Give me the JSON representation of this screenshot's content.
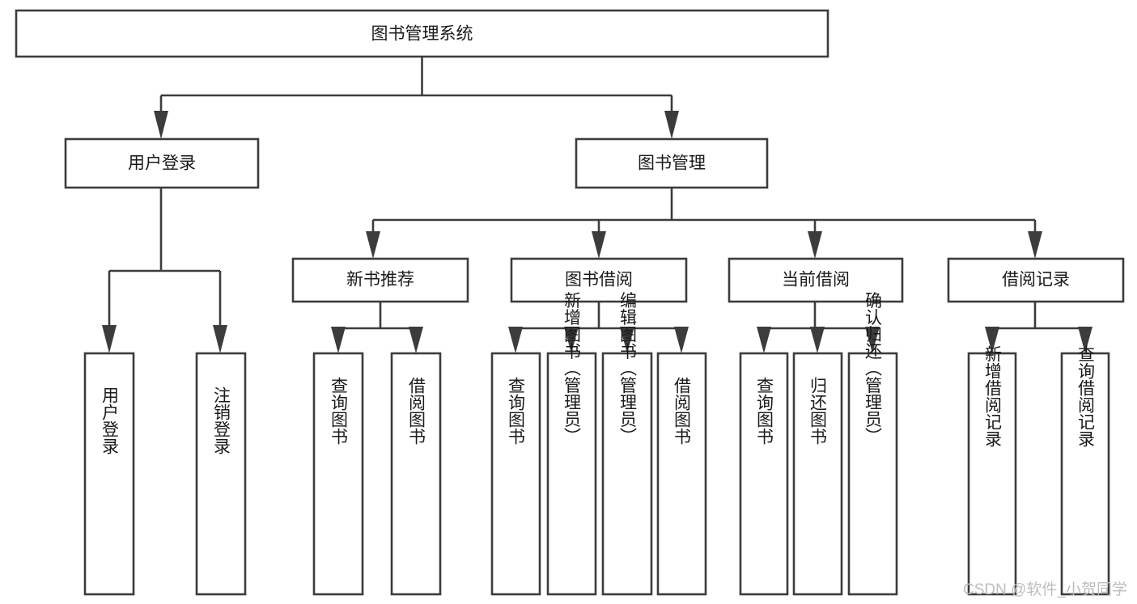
{
  "diagram": {
    "title": "图书管理系统",
    "type": "hierarchy-tree",
    "levels": 4,
    "root": {
      "id": "root",
      "label": "图书管理系统",
      "orientation": "horizontal"
    },
    "level2": [
      {
        "id": "user-login",
        "label": "用户登录",
        "orientation": "horizontal"
      },
      {
        "id": "book-manage",
        "label": "图书管理",
        "orientation": "horizontal"
      }
    ],
    "level3": [
      {
        "id": "new-book-recommend",
        "label": "新书推荐",
        "orientation": "horizontal",
        "parent": "book-manage"
      },
      {
        "id": "book-borrow",
        "label": "图书借阅",
        "orientation": "horizontal",
        "parent": "book-manage"
      },
      {
        "id": "current-borrow",
        "label": "当前借阅",
        "orientation": "horizontal",
        "parent": "book-manage"
      },
      {
        "id": "borrow-record",
        "label": "借阅记录",
        "orientation": "horizontal",
        "parent": "book-manage"
      }
    ],
    "leaves": {
      "user_login": [
        {
          "id": "leaf-user-login",
          "label": "用户登录",
          "orientation": "vertical"
        },
        {
          "id": "leaf-logout-login",
          "label": "注销登录",
          "orientation": "vertical"
        }
      ],
      "new_book_recommend": [
        {
          "id": "leaf-query-book-1",
          "label": "查询图书",
          "orientation": "vertical"
        },
        {
          "id": "leaf-borrow-book-1",
          "label": "借阅图书",
          "orientation": "vertical"
        }
      ],
      "book_borrow": [
        {
          "id": "leaf-query-book-2",
          "label": "查询图书",
          "orientation": "vertical"
        },
        {
          "id": "leaf-add-book",
          "label": "新增图书（管理员）",
          "orientation": "vertical"
        },
        {
          "id": "leaf-edit-book",
          "label": "编辑图书（管理员）",
          "orientation": "vertical"
        },
        {
          "id": "leaf-borrow-book-2",
          "label": "借阅图书",
          "orientation": "vertical"
        }
      ],
      "current_borrow": [
        {
          "id": "leaf-query-book-3",
          "label": "查询图书",
          "orientation": "vertical"
        },
        {
          "id": "leaf-return-book",
          "label": "归还图书",
          "orientation": "vertical"
        },
        {
          "id": "leaf-confirm-return",
          "label": "确认归还（管理员）",
          "orientation": "vertical"
        }
      ],
      "borrow_record": [
        {
          "id": "leaf-add-record",
          "label": "新增借阅记录",
          "orientation": "vertical"
        },
        {
          "id": "leaf-query-record",
          "label": "查询借阅记录",
          "orientation": "vertical"
        }
      ]
    },
    "colors": {
      "background": "#ffffff",
      "box_fill": "#ffffff",
      "box_stroke": "#3c3c3c",
      "text": "#1a1a1a",
      "watermark": "#bdbdbd"
    }
  },
  "watermark": {
    "text": "CSDN @软件_小贺同学"
  }
}
